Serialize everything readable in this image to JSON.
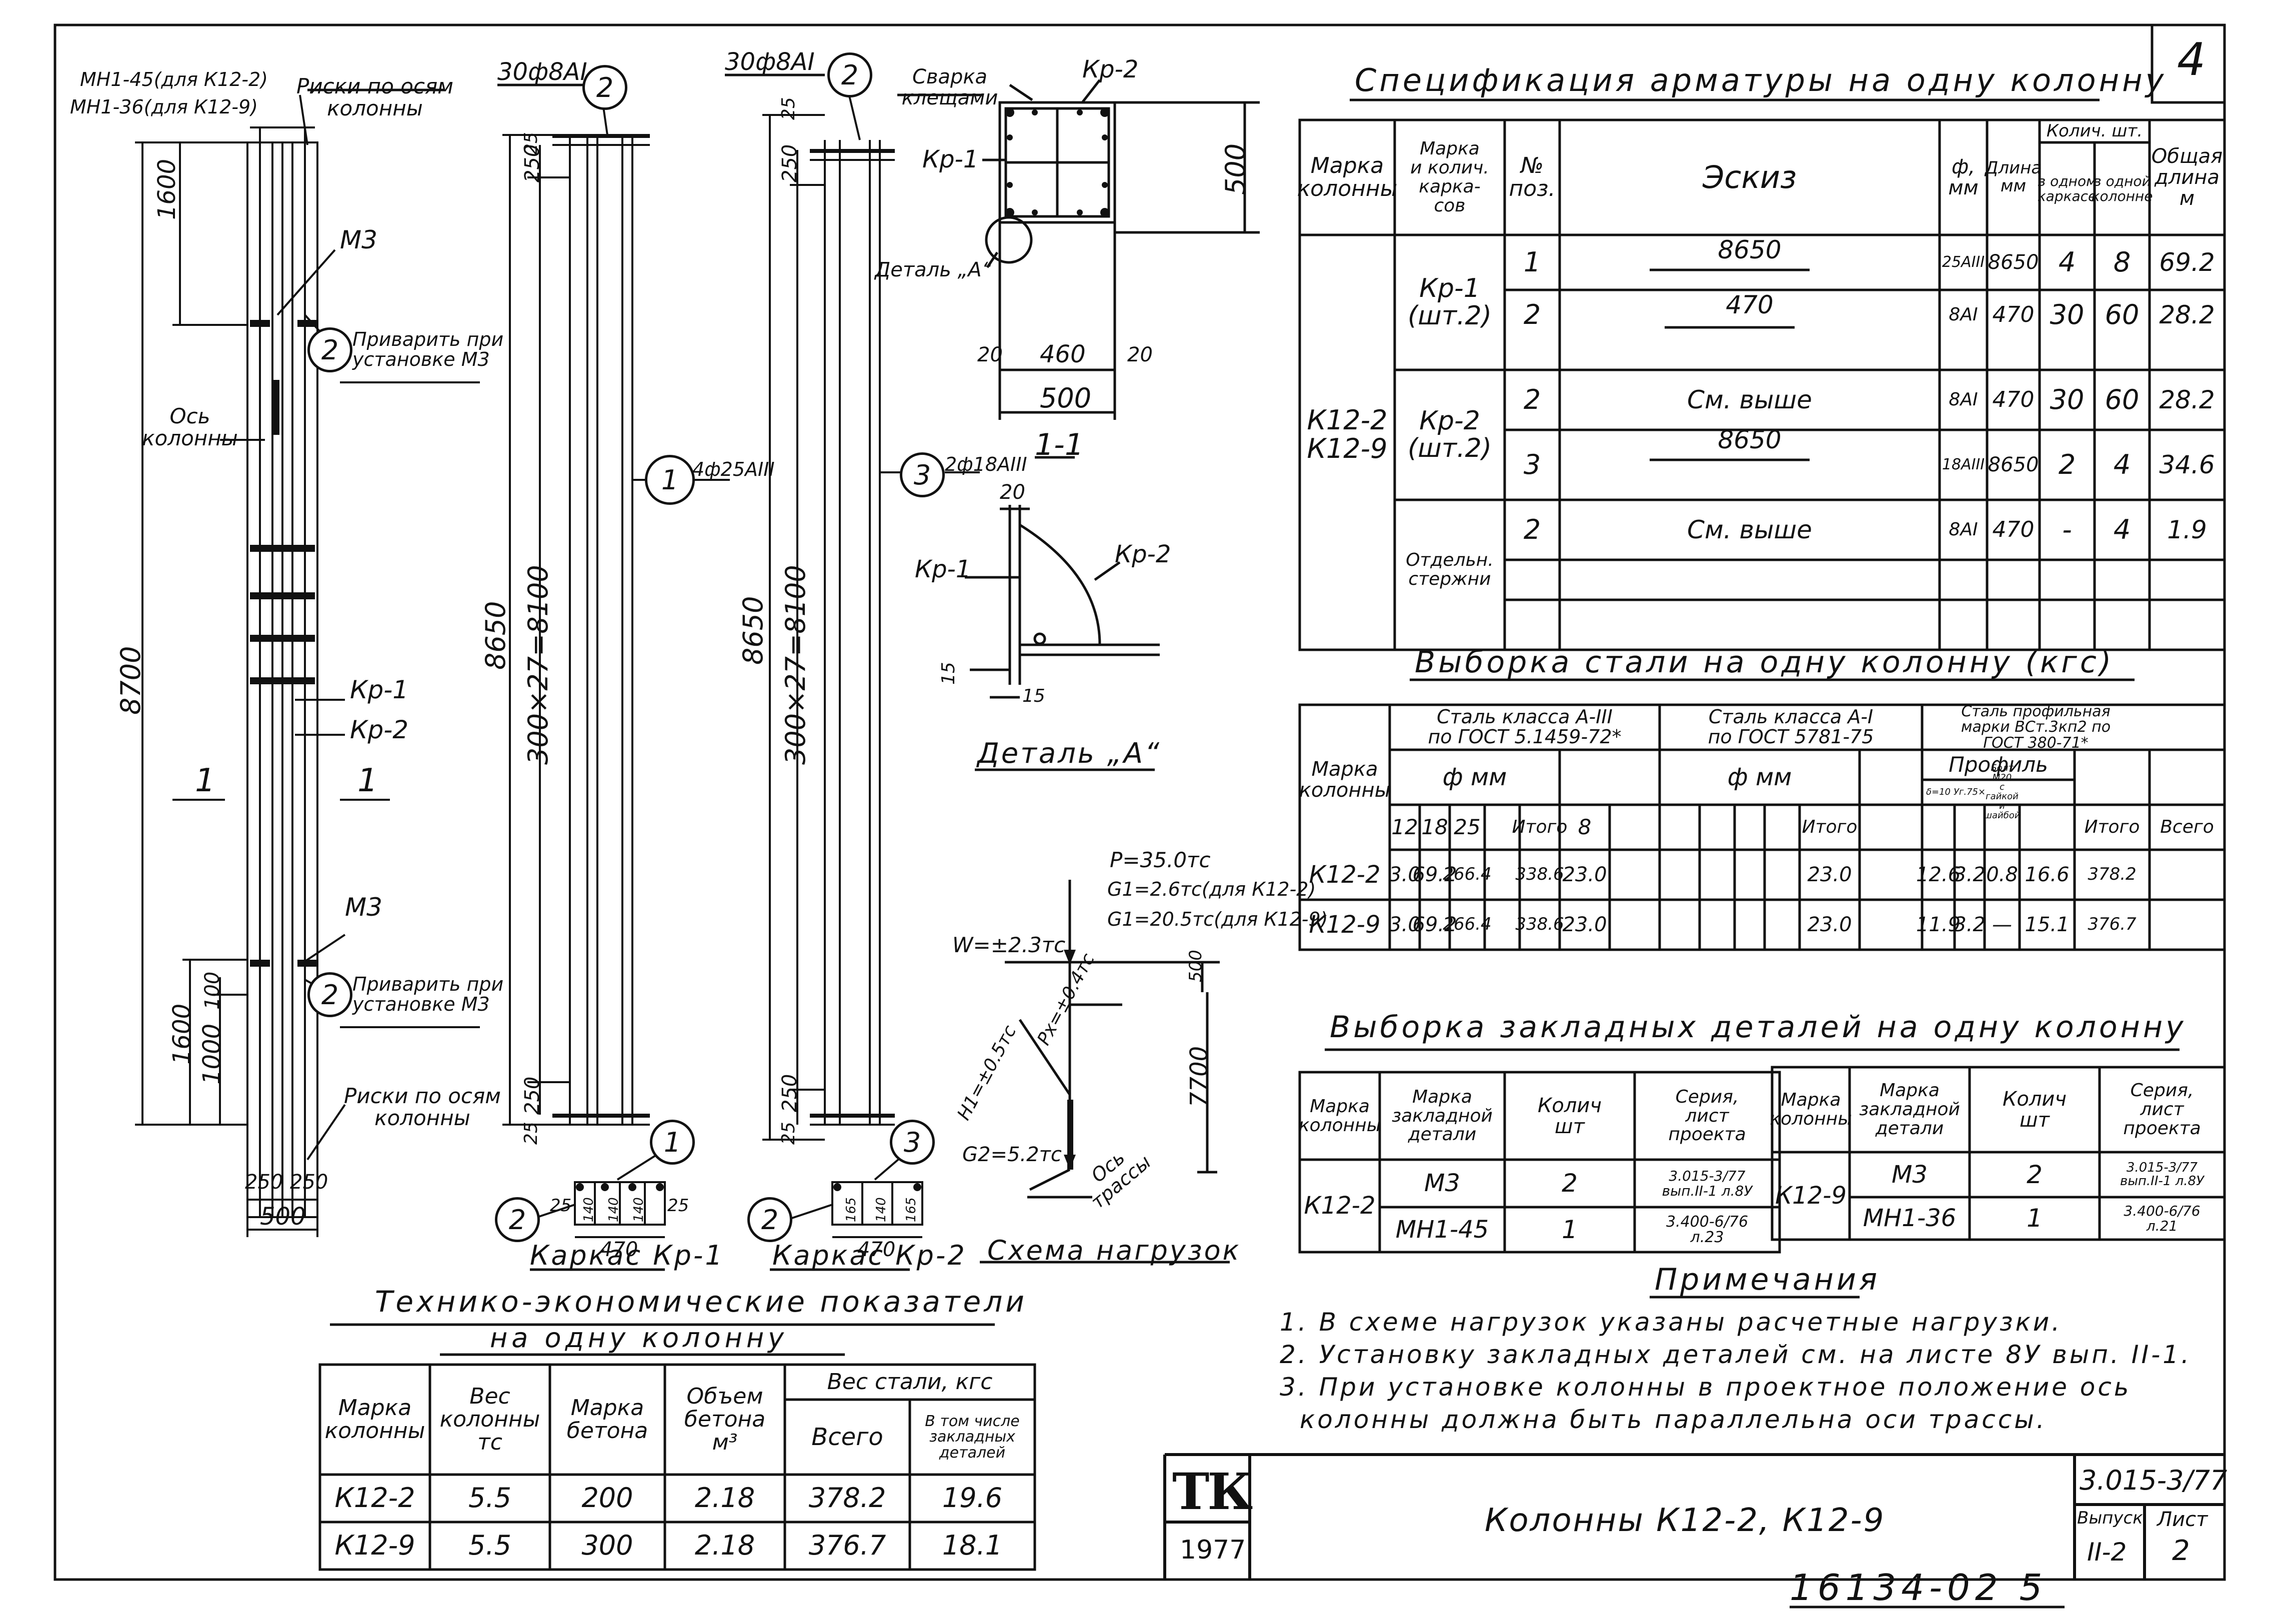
{
  "sheet": {
    "sheet_number": "4",
    "inventory_number": "16134-02 5",
    "stamp": "ТК",
    "year": "1977",
    "title": "Колонны К12-2, К12-9",
    "series": "3.015-3/77",
    "issue_label": "Выпуск",
    "issue_value": "II-2",
    "sheet_label": "Лист",
    "sheet_value": "2"
  },
  "column_elevation": {
    "embedded_label_1": "МН1-45(для К12-2)",
    "embedded_label_2": "МН1-36(для К12-9)",
    "axis_marks_top": "Риски по осям\nколонны",
    "axis_marks_bottom": "Риски по осям\nколонны",
    "m3_upper": "М3",
    "m3_lower": "М3",
    "weld_note_upper": "Приварить при\nустановке М3",
    "weld_note_lower": "Приварить при\nустановке М3",
    "axis_label": "Ось\nколонны",
    "kr1": "Кр-1",
    "kr2": "Кр-2",
    "dim_top": "1600",
    "dim_total": "8700",
    "dim_bottom_1600": "1600",
    "dim_1000": "1000",
    "dim_100": "100",
    "section_mark": "1",
    "dim_250_left": "250",
    "dim_250_right": "250",
    "dim_500": "500",
    "circle_2a": "2",
    "circle_2b": "2"
  },
  "cage_kr1": {
    "top_label": "30ф8АI",
    "circle_top": "2",
    "circle_mid": "1",
    "mid_label": "4ф25АIII",
    "dim_250_top": "250",
    "dim_25_top": "25",
    "dim_8650": "8650",
    "dim_pitch": "300×27=8100",
    "dim_250_bot": "250",
    "dim_25_bot": "25",
    "title": "Каркас Кр-1",
    "sec_circle_1": "1",
    "sec_circle_2": "2",
    "sec_dims": [
      "25",
      "140",
      "140",
      "140",
      "25"
    ],
    "sec_width": "470"
  },
  "cage_kr2": {
    "top_label": "30ф8АI",
    "circle_top": "2",
    "circle_mid": "3",
    "mid_label": "2ф18АIII",
    "dim_250_top": "250",
    "dim_25_top": "25",
    "dim_8650": "8650",
    "dim_pitch": "300×27=8100",
    "dim_250_bot": "250",
    "dim_25_bot": "25",
    "title": "Каркас Кр-2",
    "sec_circle_3": "3",
    "sec_circle_2": "2",
    "sec_dims": [
      "165",
      "140",
      "165"
    ],
    "sec_width": "470"
  },
  "section_1_1": {
    "welding": "Сварка\nклещами",
    "kr2": "Кр-2",
    "kr1": "Кр-1",
    "detail_ref": "Деталь „А“",
    "dim_500_v": "500",
    "dim_20_l": "20",
    "dim_460": "460",
    "dim_20_r": "20",
    "dim_500_h": "500",
    "title": "1-1"
  },
  "detail_a": {
    "dim_20": "20",
    "kr1": "Кр-1",
    "kr2": "Кр-2",
    "dim_15_v": "15",
    "dim_15_h": "15",
    "title": "Деталь „А“"
  },
  "load_scheme": {
    "p": "P=35.0тс",
    "g1_a": "G1=2.6тс(для К12-2)",
    "g1_b": "G1=20.5тс(для К12-9)",
    "w": "W=±2.3тс",
    "px": "Px=±0.4тс",
    "h1": "H1=±0.5тс",
    "g2": "G2=5.2тс",
    "dim_500": "500",
    "dim_7700": "7700",
    "axis": "Ось\nтрассы",
    "title": "Схема нагрузок"
  },
  "spec_table": {
    "title": "Спецификация арматуры на одну колонну",
    "headers": [
      "Марка\nколонны",
      "Марка\nи колич.\nкарка-\nсов",
      "№\nпоз.",
      "Эскиз",
      "ф,\nмм",
      "Длина\nмм",
      "в одном\nкаркасе",
      "в одной\nколонне",
      "Общая\nдлина\nм"
    ],
    "qty_header": "Колич. шт.",
    "column_marks": "К12-2\nК12-9",
    "groups": [
      {
        "name": "Кр-1\n(шт.2)",
        "rows": [
          {
            "pos": "1",
            "sketch": "8650",
            "dia": "25АIII",
            "len": "8650",
            "q1": "4",
            "q2": "8",
            "total": "69.2"
          },
          {
            "pos": "2",
            "sketch": "470",
            "dia": "8АI",
            "len": "470",
            "q1": "30",
            "q2": "60",
            "total": "28.2"
          }
        ]
      },
      {
        "name": "Кр-2\n(шт.2)",
        "rows": [
          {
            "pos": "2",
            "sketch": "См. выше",
            "dia": "8АI",
            "len": "470",
            "q1": "30",
            "q2": "60",
            "total": "28.2"
          },
          {
            "pos": "3",
            "sketch": "8650",
            "dia": "18АIII",
            "len": "8650",
            "q1": "2",
            "q2": "4",
            "total": "34.6"
          }
        ]
      },
      {
        "name": "Отдельн.\nстержни",
        "rows": [
          {
            "pos": "2",
            "sketch": "См. выше",
            "dia": "8АI",
            "len": "470",
            "q1": "-",
            "q2": "4",
            "total": "1.9"
          }
        ]
      }
    ]
  },
  "steel_table": {
    "title": "Выборка стали на одну колонну (кгс)",
    "h_mark": "Марка\nколонны",
    "h_a3": "Сталь класса А-III\nпо ГОСТ 5.1459-72*",
    "h_a1": "Сталь класса А-I\nпо ГОСТ 5781-75",
    "h_prof": "Сталь профильная\nмарки ВСт.3кп2 по\nГОСТ 380-71*",
    "h_dmm": "ф мм",
    "h_dmm2": "ф мм",
    "h_profile": "Профиль",
    "h_total": "Итого",
    "h_all": "Всего",
    "sub": [
      "12",
      "18",
      "25",
      "",
      "Итого",
      "8",
      "",
      "",
      "",
      "",
      "Итого",
      "δ=10",
      "Уг.75×",
      "Болт М20\nс гайкой\nи шайбой",
      "Итого",
      "Всего"
    ],
    "rows": [
      [
        "К12-2",
        "3.0",
        "69.2",
        "266.4",
        "",
        "338.6",
        "23.0",
        "",
        "",
        "",
        "",
        "23.0",
        "12.6",
        "3.2",
        "0.8",
        "16.6",
        "378.2"
      ],
      [
        "К12-9",
        "3.0",
        "69.2",
        "266.4",
        "",
        "338.6",
        "23.0",
        "",
        "",
        "",
        "",
        "23.0",
        "11.9",
        "3.2",
        "—",
        "15.1",
        "376.7"
      ]
    ]
  },
  "embedded_table": {
    "title": "Выборка закладных деталей на одну колонну",
    "headers": [
      "Марка\nколонны",
      "Марка\nзакладной\nдетали",
      "Колич\nшт",
      "Серия,\nлист\nпроекта"
    ],
    "left": {
      "column": "К12-2",
      "rows": [
        {
          "mark": "М3",
          "qty": "2",
          "series": "3.015-3/77\nвып.II-1 л.8У"
        },
        {
          "mark": "МН1-45",
          "qty": "1",
          "series": "3.400-6/76\nл.23"
        }
      ]
    },
    "right": {
      "column": "К12-9",
      "rows": [
        {
          "mark": "М3",
          "qty": "2",
          "series": "3.015-3/77\nвып.II-1 л.8У"
        },
        {
          "mark": "МН1-36",
          "qty": "1",
          "series": "3.400-6/76\nл.21"
        }
      ]
    }
  },
  "notes": {
    "title": "Примечания",
    "items": [
      "1. В схеме нагрузок указаны расчетные нагрузки.",
      "2. Установку закладных деталей см. на листе 8У вып. II-1.",
      "3. При установке колонны в проектное положение ось",
      "колонны должна быть параллельна оси трассы."
    ]
  },
  "tep_table": {
    "title": "Технико-экономические показатели",
    "subtitle": "на одну колонну",
    "headers": [
      "Марка\nколонны",
      "Вес\nколонны\nтс",
      "Марка\nбетона",
      "Объем\nбетона\nм³",
      "Всего",
      "В том числе\nзакладных\nдеталей"
    ],
    "steel_header": "Вес стали, кгс",
    "rows": [
      [
        "К12-2",
        "5.5",
        "200",
        "2.18",
        "378.2",
        "19.6"
      ],
      [
        "К12-9",
        "5.5",
        "300",
        "2.18",
        "376.7",
        "18.1"
      ]
    ]
  }
}
